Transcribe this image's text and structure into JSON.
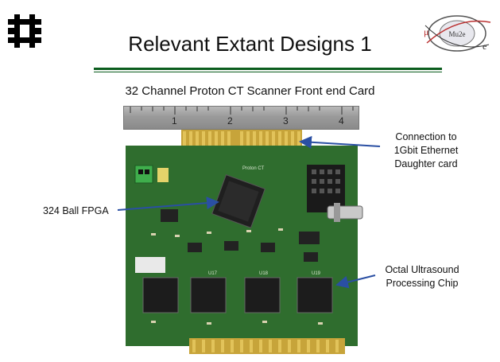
{
  "slide": {
    "title": "Relevant Extant Designs 1",
    "caption": "32 Channel Proton CT Scanner Front end Card"
  },
  "logos": {
    "left": "fermilab-logo",
    "right": "mu2e-logo",
    "right_text": "Mu2e"
  },
  "photo": {
    "ruler_numbers": [
      "1",
      "2",
      "3",
      "4"
    ],
    "board_label": "Proton CT",
    "chip_labels": [
      "U17",
      "U18",
      "U19"
    ]
  },
  "annotations": {
    "connection": [
      "Connection to",
      "1Gbit Ethernet",
      "Daughter card"
    ],
    "fpga": "324 Ball FPGA",
    "chip": [
      "Octal Ultrasound",
      "Processing  Chip"
    ]
  },
  "colors": {
    "title_rule": "#0b5d1e",
    "pcb": "#2f6d2e",
    "arrow": "#2a4fa3"
  }
}
